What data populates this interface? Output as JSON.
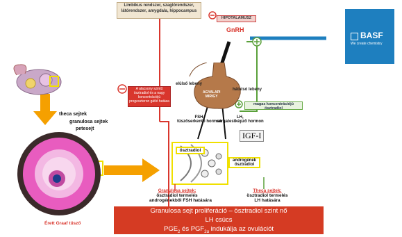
{
  "limbic": {
    "line1": "Limbikus rendszer, szaglórendszer,",
    "line2": "látórendszer, amygdala, hippocampus"
  },
  "hypothalamus": {
    "label": "HIPOTALAMUSZ",
    "gnrh": "GnRH"
  },
  "pituitary": {
    "anterior": "elülső lebeny",
    "posterior": "hátulsó lebeny",
    "gland": "AGYALAPI\nMIRIGY"
  },
  "red_box": {
    "text": "A alacsony szintű ösztradiol és a nagy koncentrációjú progeszteron gátló hatása"
  },
  "green_box": {
    "text": "magas koncentrációjú ösztradiol"
  },
  "hormones": {
    "fsh": "FSH,\ntüszőserkentő hormon",
    "lh": "LH,\nsárgatestképző hormon"
  },
  "igf": "IGF-I",
  "cells": {
    "estradiol": "ösztradiol",
    "androgens": "androgének\nösztradiol"
  },
  "follicle": {
    "theca": "theca sejtek",
    "granulosa": "granulosa sejtek",
    "oocyte": "petesejt",
    "mature": "Érett Graaf tüsző"
  },
  "captions": {
    "granulosa_title": "Granulosa sejtek:",
    "granulosa_text": "ösztradiol termelés\nandrogénekből FSH hatására",
    "theca_title": "Theca sejtek:",
    "theca_text": "ösztradiol termelés\nLH hatására"
  },
  "bottom": {
    "line1": "Granulosa sejt proliferáció – ösztradiol szint nő",
    "line2": "LH csúcs",
    "line3_a": "PGE",
    "line3_sub1": "2",
    "line3_b": " és PGF",
    "line3_sub2": "2α",
    "line3_c": " indukálja az ovulációt"
  },
  "brand": {
    "name": "BASF",
    "tagline": "We create chemistry"
  },
  "colors": {
    "red": "#d9362d",
    "green": "#5aa03a",
    "yellow": "#f0e000",
    "blue": "#1e7fbf",
    "orange": "#f5a000"
  }
}
